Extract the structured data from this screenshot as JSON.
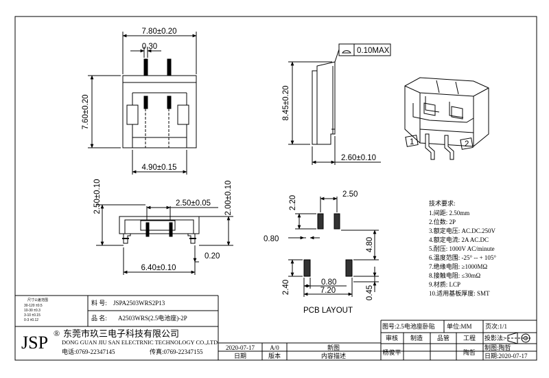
{
  "top_view": {
    "dim_width": "7.80±0.20",
    "dim_pin_width": "0.30",
    "dim_height": "7.60±0.20",
    "dim_inner_width": "4.90±0.15"
  },
  "side_view": {
    "flatness_value": "0.10MAX",
    "dim_height": "8.45±0.20",
    "dim_depth": "2.60±0.10"
  },
  "front_view": {
    "dim_left_height": "2.50±0.10",
    "dim_pitch": "2.50±0.05",
    "dim_right_height": "2.00±0.10",
    "dim_bottom_width": "6.40±0.10",
    "dim_pin_thickness": "0.20"
  },
  "pcb_layout": {
    "title": "PCB LAYOUT",
    "dim_pad_length": "2.20",
    "dim_pitch": "2.50",
    "dim_pad_width": "0.80",
    "dim_span": "4.80",
    "dim_lower_pad_height": "2.40",
    "dim_lower_pad_width": "0.80",
    "dim_total_width": "7.20",
    "dim_lower_gap": "0.45"
  },
  "isometric": {
    "pin_mark_1": "1",
    "pin_mark_2": "2"
  },
  "tech": {
    "heading": "技术要求:",
    "lines": [
      "1.间距: 2.50mm",
      "2.位数: 2P",
      "3.额定电压: AC.DC.250V",
      "4.额定电流: 2A AC.DC",
      "5.耐压: 1000V AC/minute",
      "6.温度范围: -25° -- + 105°",
      "7.绝缘电阻: ≥1000MΩ",
      "8.接触电阻: ≤30mΩ",
      "9.材质: LCP",
      "10.适用基板厚度: SMT"
    ]
  },
  "title_block": {
    "tolerance_heading": "尺寸公差范围",
    "tolerance_rows": [
      "30-120  ±0.5",
      "10-30   ±0.3",
      "3-10    ±0.15",
      "0-3     ±0.12"
    ],
    "part_no_label": "料  号:",
    "part_no": "JSPA2503WRS2P13",
    "product_label": "品  名:",
    "product_name": "A2503WRS(2.5电池座)-2P",
    "logo": "JSP",
    "registered": "®",
    "company_cn": "东莞市玖三电子科技有限公司",
    "company_en": "DONG GUAN JIU SAN ELECTRNIC TECHNOLOGY CO.,LTD",
    "phone": "电话:0769-22347145",
    "fax": "传真:0769-22347155",
    "rev_date": "2020-07-17",
    "rev_version": "A/0",
    "rev_desc": "新图",
    "h_date": "日期",
    "h_version": "版本",
    "h_content": "内容描述",
    "drawing_name": "图号:2.5电池座卧贴",
    "unit": "单位:MM",
    "page": "页次:1/1",
    "h_review": "审核",
    "h_make": "制造",
    "h_quality": "品管",
    "h_engineer": "工程",
    "projection": "投影法:",
    "reviewer": "杨俊平",
    "engineer": "陶哲",
    "drafter": "制图:陶哲",
    "draw_date": "日期:2020-07-17"
  }
}
